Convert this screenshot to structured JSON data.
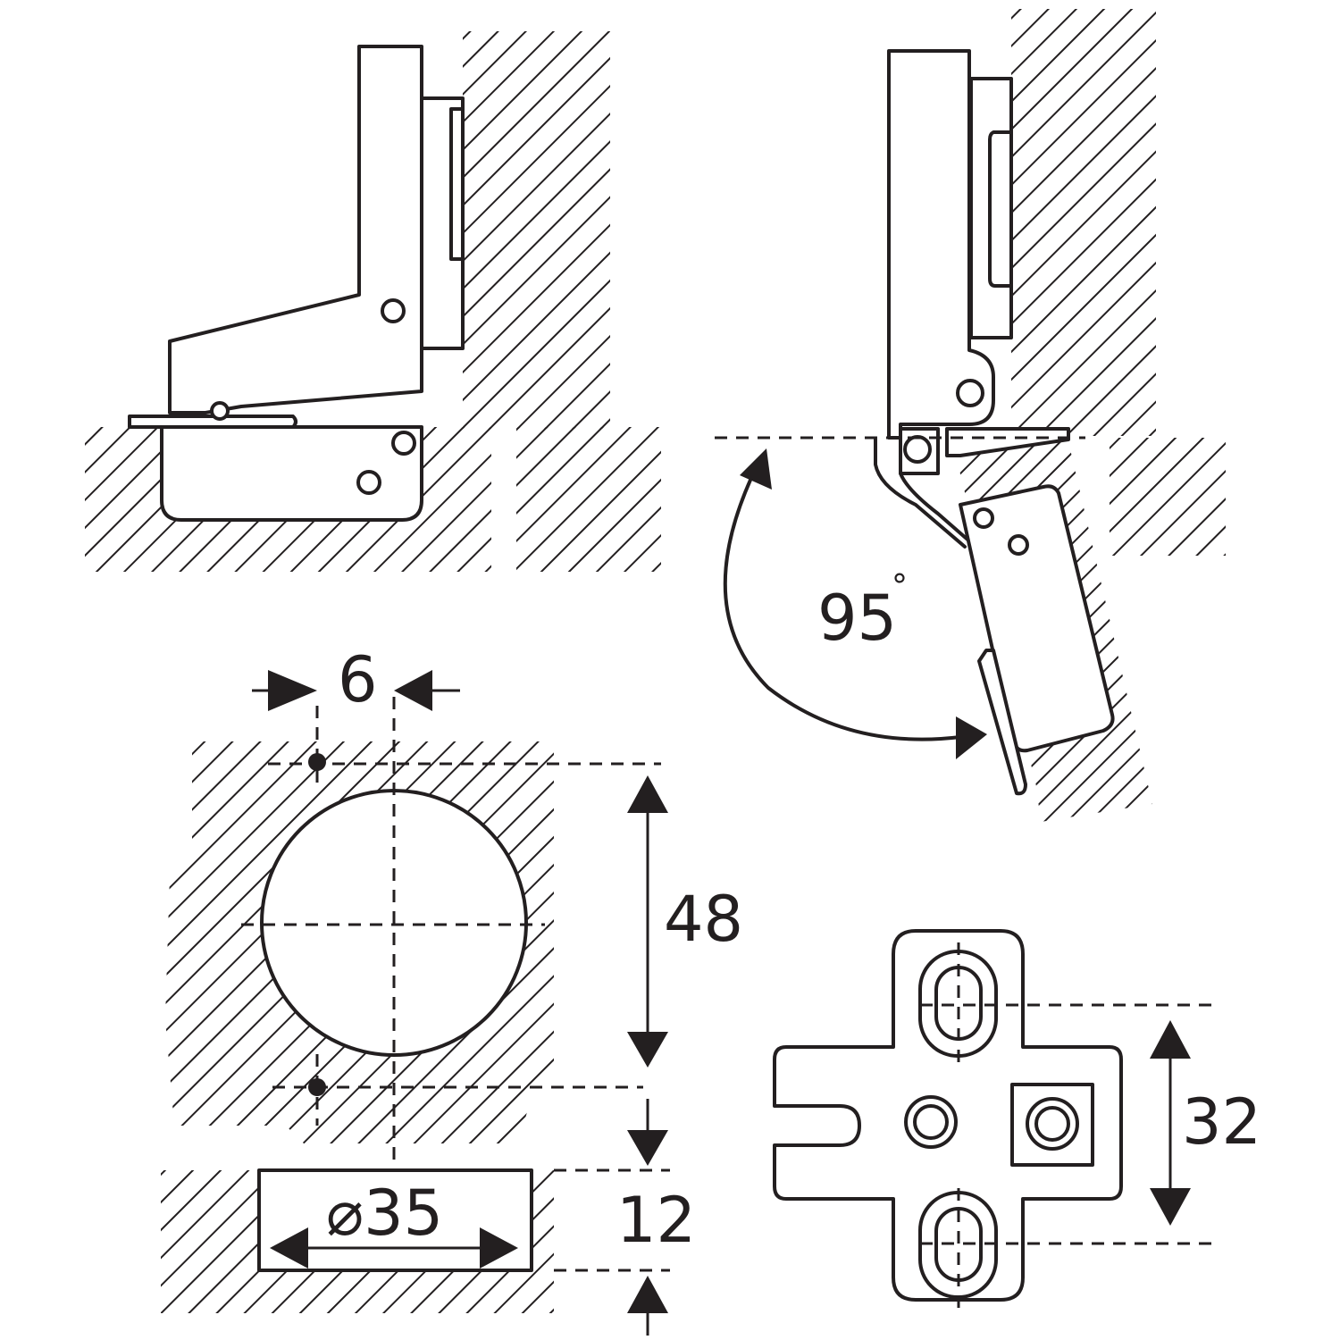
{
  "dimensions": {
    "angle_value": "95",
    "angle_unit": "°",
    "offset": "6",
    "height": "48",
    "diameter": "⌀35",
    "depth": "12",
    "plate_spacing": "32"
  }
}
